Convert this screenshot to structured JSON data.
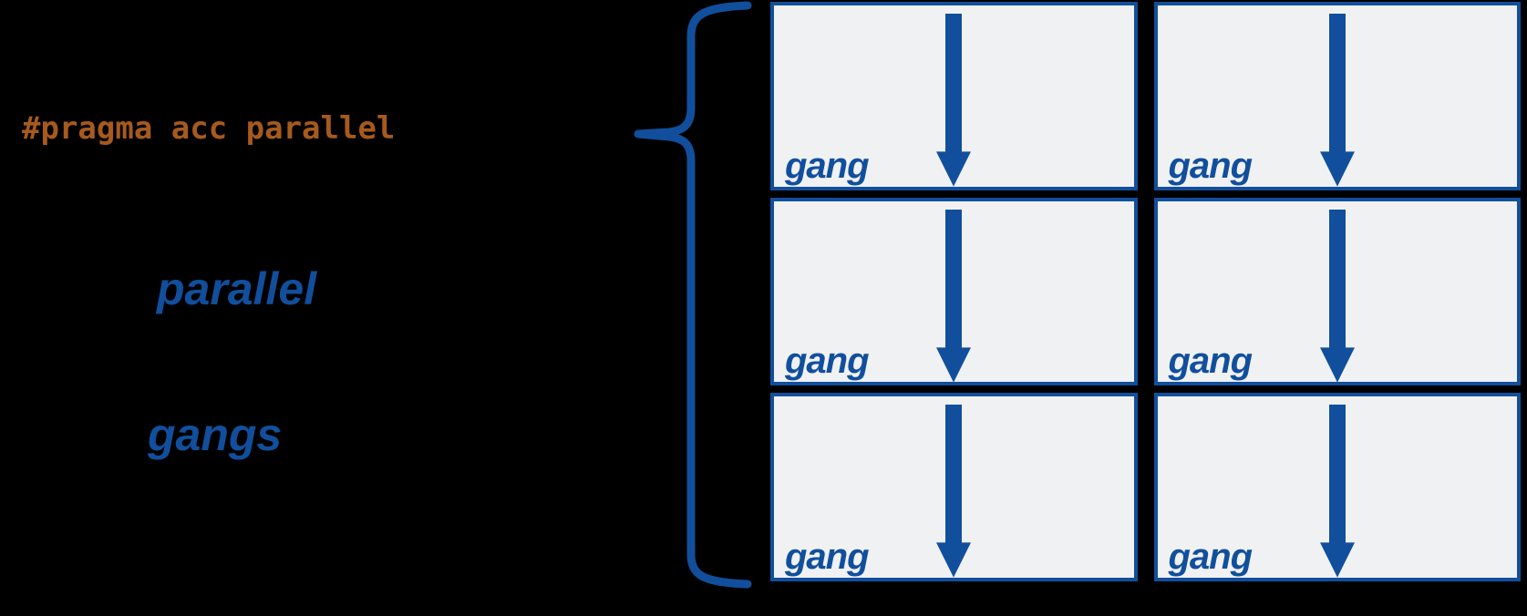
{
  "colors": {
    "bg": "#000000",
    "blue": "#114f9d",
    "orange": "#a65a1d",
    "box-fill": "#f0f1f2"
  },
  "code": {
    "directive": "#pragma acc parallel"
  },
  "labels": {
    "parallel": "parallel",
    "gangs": "gangs"
  },
  "grid": {
    "rows": 3,
    "columns": 2,
    "boxes": [
      {
        "label": "gang"
      },
      {
        "label": "gang"
      },
      {
        "label": "gang"
      },
      {
        "label": "gang"
      },
      {
        "label": "gang"
      },
      {
        "label": "gang"
      }
    ]
  },
  "icons": {
    "brace": "left-curly-brace",
    "arrow": "down-arrow"
  }
}
